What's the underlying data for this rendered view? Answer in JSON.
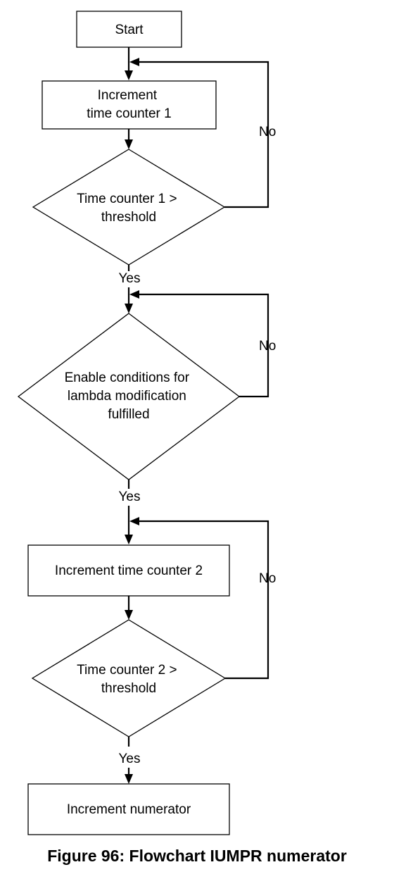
{
  "nodes": {
    "start": {
      "lines": [
        "Start"
      ]
    },
    "increment_counter_1": {
      "lines": [
        "Increment",
        "time counter 1"
      ]
    },
    "decision_counter_1": {
      "lines": [
        "Time counter 1 >",
        "threshold"
      ]
    },
    "decision_enable": {
      "lines": [
        "Enable conditions for",
        "lambda modification",
        "fulfilled"
      ]
    },
    "increment_counter_2": {
      "lines": [
        "Increment time counter 2"
      ]
    },
    "decision_counter_2": {
      "lines": [
        "Time counter 2 >",
        "threshold"
      ]
    },
    "increment_numerator": {
      "lines": [
        "Increment numerator"
      ]
    }
  },
  "edges": {
    "counter_1_no": "No",
    "counter_1_yes": "Yes",
    "enable_no": "No",
    "enable_yes": "Yes",
    "counter_2_no": "No",
    "counter_2_yes": "Yes"
  },
  "caption": "Figure 96: Flowchart IUMPR numerator"
}
